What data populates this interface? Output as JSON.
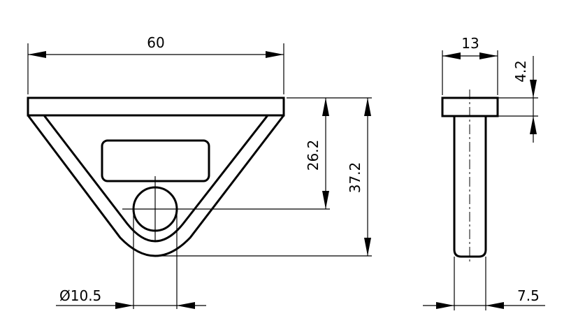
{
  "drawing": {
    "front_view": {
      "width_dim": "60",
      "hole_height_dim": "26.2",
      "total_height_dim": "37.2",
      "hole_diameter_dim": "Ø10.5"
    },
    "side_view": {
      "head_width_dim": "13",
      "head_thickness_dim": "4.2",
      "shank_width_dim": "7.5"
    }
  }
}
